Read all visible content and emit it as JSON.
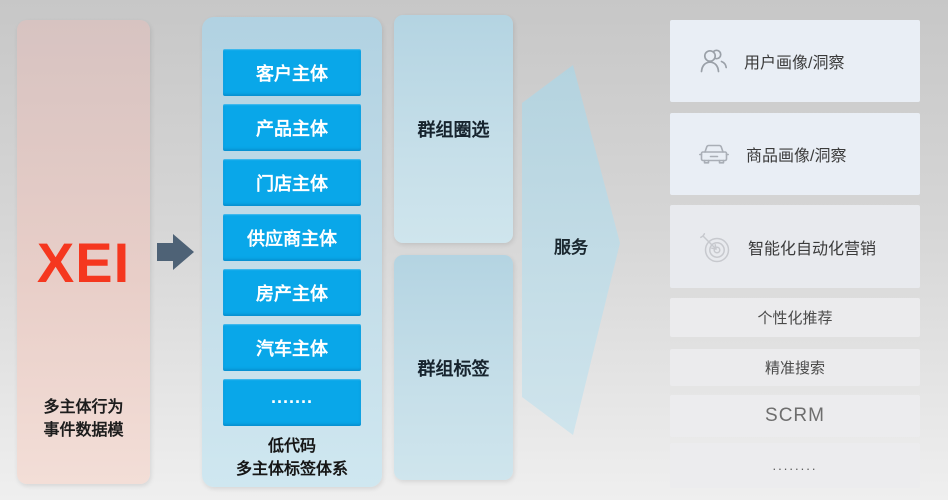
{
  "left_panel": {
    "title": "XEI",
    "caption_line1": "多主体行为",
    "caption_line2": "事件数据模"
  },
  "tag_panel": {
    "boxes": [
      "客户主体",
      "产品主体",
      "门店主体",
      "供应商主体",
      "房产主体",
      "汽车主体",
      "·······"
    ],
    "caption_line1": "低代码",
    "caption_line2": "多主体标签体系"
  },
  "group_panels": {
    "top": "群组圈选",
    "bottom": "群组标签"
  },
  "service_arrow": {
    "label": "服务"
  },
  "outputs": {
    "items": [
      {
        "label": "用户画像/洞察",
        "icon": "user-icon"
      },
      {
        "label": "商品画像/洞察",
        "icon": "car-icon"
      },
      {
        "label": "智能化自动化营销",
        "icon": "target-icon"
      },
      {
        "label": "个性化推荐"
      },
      {
        "label": "精准搜索"
      },
      {
        "label": "SCRM"
      },
      {
        "label": "........"
      }
    ]
  },
  "colors": {
    "accent_red": "#f5371f",
    "tag_blue": "#09a7e9",
    "panel_blue": "#bcd9e6",
    "arrow_dark": "#4e6276"
  }
}
